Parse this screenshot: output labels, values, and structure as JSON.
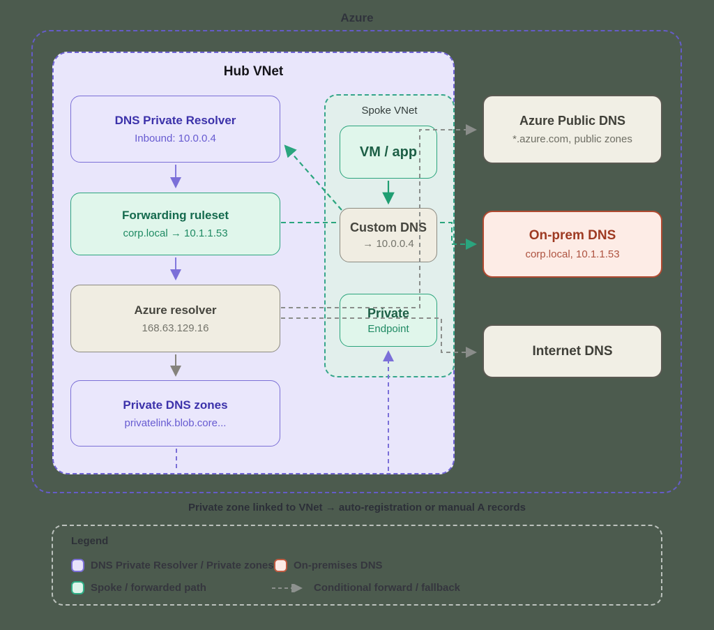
{
  "outer": {
    "label": "Azure"
  },
  "hub": {
    "title": "Hub VNet",
    "nodes": [
      {
        "title": "DNS Private Resolver",
        "subtitle": "Inbound: 10.0.0.4"
      },
      {
        "title": "Forwarding ruleset",
        "subtitle": "corp.local → 10.1.1.53"
      },
      {
        "title": "Azure resolver",
        "subtitle": "168.63.129.16"
      },
      {
        "title": "Private DNS zones",
        "subtitle": "privatelink.blob.core..."
      }
    ]
  },
  "spoke": {
    "title": "Spoke VNet",
    "nodes": [
      {
        "title": "VM / app"
      },
      {
        "title": "Custom DNS",
        "subtitle": "→ 10.0.0.4"
      },
      {
        "title": "Private",
        "subtitle": "Endpoint"
      }
    ]
  },
  "external": {
    "nodes": [
      {
        "title": "Azure Public DNS",
        "subtitle": "*.azure.com, public zones"
      },
      {
        "title": "On-prem DNS",
        "subtitle": "corp.local, 10.1.1.53"
      },
      {
        "title": "Internet DNS"
      }
    ]
  },
  "caption": "Private zone linked to VNet → auto-registration or manual A records",
  "legend": {
    "title": "Legend",
    "items": [
      {
        "swatch": "purple",
        "label": "DNS Private Resolver / Private zones"
      },
      {
        "swatch": "red",
        "label": "On-premises DNS"
      },
      {
        "swatch": "green",
        "label": "Spoke / forwarded path"
      },
      {
        "swatch": "dashed-arrow",
        "label": "Conditional forward / fallback"
      }
    ]
  },
  "colors": {
    "background": "#4c5b4e",
    "purple_accent": "#6f63d4",
    "teal_accent": "#2aa57e",
    "gray_accent": "#8a8d8a",
    "red_accent": "#b04a31"
  }
}
